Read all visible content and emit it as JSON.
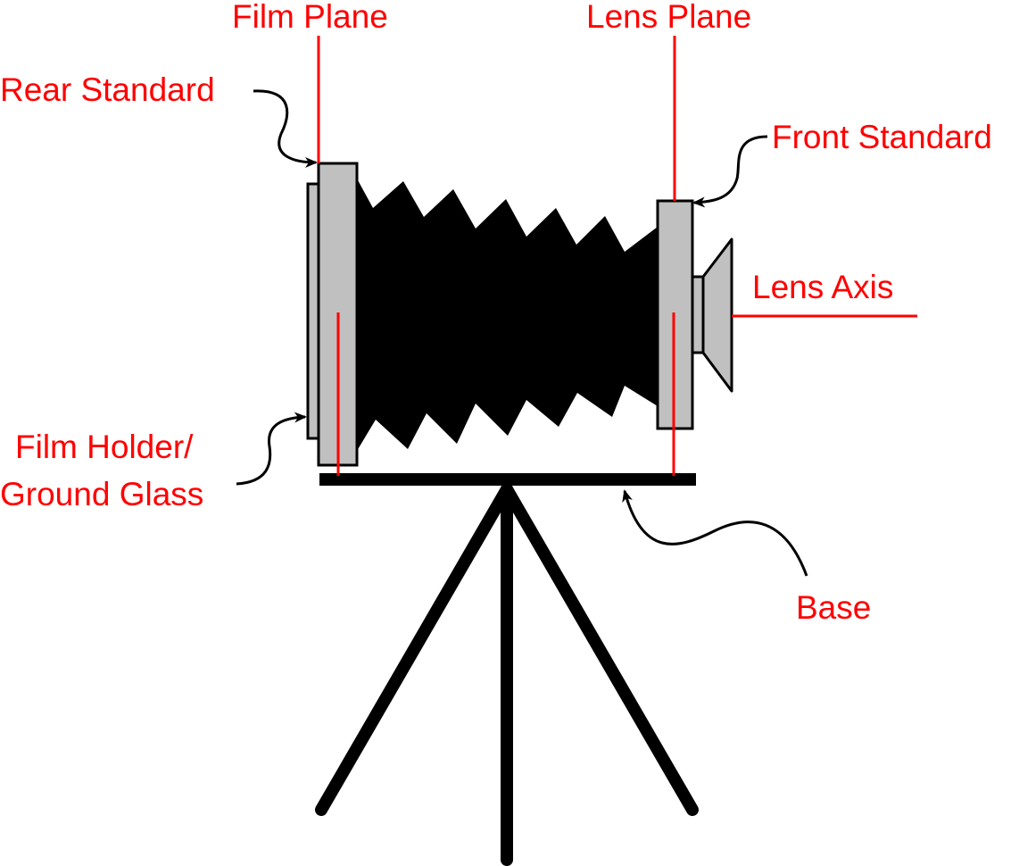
{
  "diagram": {
    "title": "View camera parts diagram",
    "colors": {
      "label": "#ff0000",
      "indicator_line": "#ff0000",
      "standard_fill": "#c0c0c0",
      "outline": "#000000",
      "bellows": "#000000",
      "background": "#ffffff"
    },
    "labels": {
      "film_plane": "Film Plane",
      "lens_plane": "Lens Plane",
      "rear_standard": "Rear Standard",
      "front_standard": "Front Standard",
      "lens_axis": "Lens Axis",
      "film_holder_line1": "Film Holder/",
      "film_holder_line2": "Ground Glass",
      "base": "Base"
    },
    "components": [
      {
        "id": "rear-standard",
        "name": "Rear Standard"
      },
      {
        "id": "film-holder",
        "name": "Film Holder/Ground Glass"
      },
      {
        "id": "bellows",
        "name": "Bellows"
      },
      {
        "id": "front-standard",
        "name": "Front Standard"
      },
      {
        "id": "lens",
        "name": "Lens"
      },
      {
        "id": "base",
        "name": "Base"
      },
      {
        "id": "tripod",
        "name": "Tripod"
      }
    ]
  }
}
